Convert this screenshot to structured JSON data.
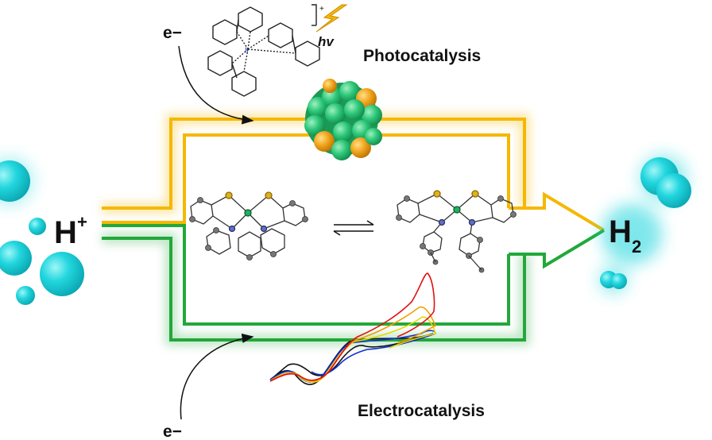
{
  "labels": {
    "proton": "H",
    "proton_charge": "+",
    "hydrogen": "H",
    "hydrogen_subscript": "2",
    "photocatalysis": "Photocatalysis",
    "electrocatalysis": "Electrocatalysis",
    "electron_top": "e−",
    "electron_bottom": "e−",
    "light": "hv",
    "complex_charge": "+"
  },
  "colors": {
    "photo_path": "#f5b800",
    "electro_path": "#22a83a",
    "sphere": "#18d4dc",
    "cluster_green": "#2ec87a",
    "cluster_orange": "#f2a51c",
    "bolt": "#f5b800",
    "cv_red": "#e01010",
    "cv_orange": "#f0a000",
    "cv_yellow": "#e8d800",
    "cv_blue": "#1030d0",
    "cv_black": "#111111"
  },
  "icons": {
    "light": "lightning-bolt-icon",
    "equilibrium": "equilibrium-arrows-icon"
  }
}
